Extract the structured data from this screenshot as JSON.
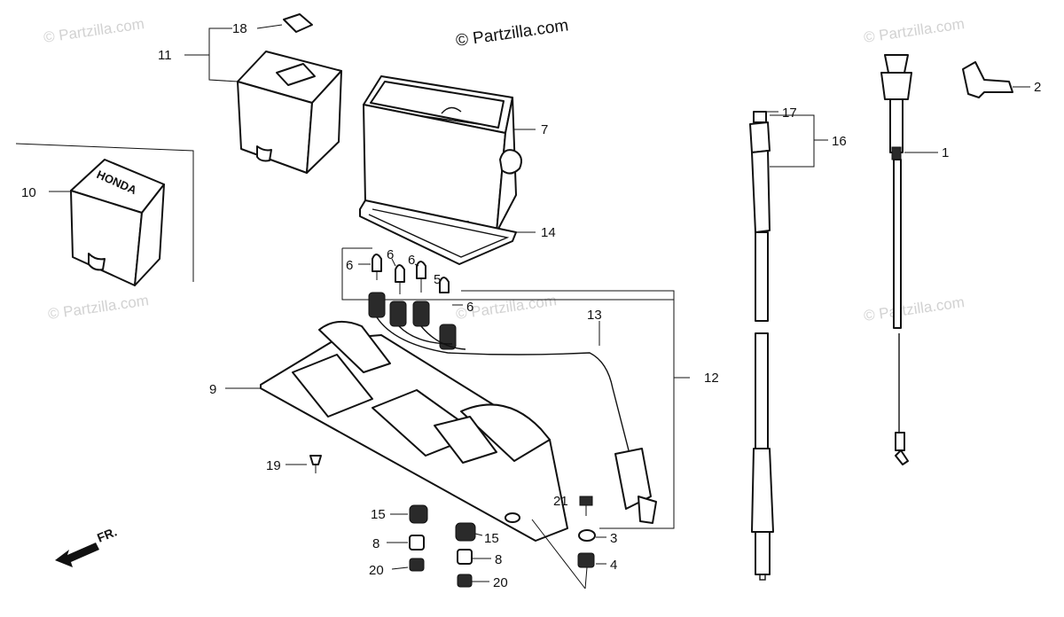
{
  "watermarks": {
    "main": "© Partzilla.com",
    "faint": "© Partzilla.com"
  },
  "direction": {
    "label": "FR."
  },
  "brand_on_cover": "HONDA",
  "callouts": {
    "c1": "1",
    "c2": "2",
    "c3": "3",
    "c4": "4",
    "c5": "5",
    "c6a": "6",
    "c6b": "6",
    "c6c": "6",
    "c6d": "6",
    "c7": "7",
    "c8a": "8",
    "c8b": "8",
    "c9": "9",
    "c10": "10",
    "c11": "11",
    "c12": "12",
    "c13": "13",
    "c14": "14",
    "c15a": "15",
    "c15b": "15",
    "c16": "16",
    "c17": "17",
    "c18": "18",
    "c19": "19",
    "c20a": "20",
    "c20b": "20",
    "c21": "21"
  }
}
